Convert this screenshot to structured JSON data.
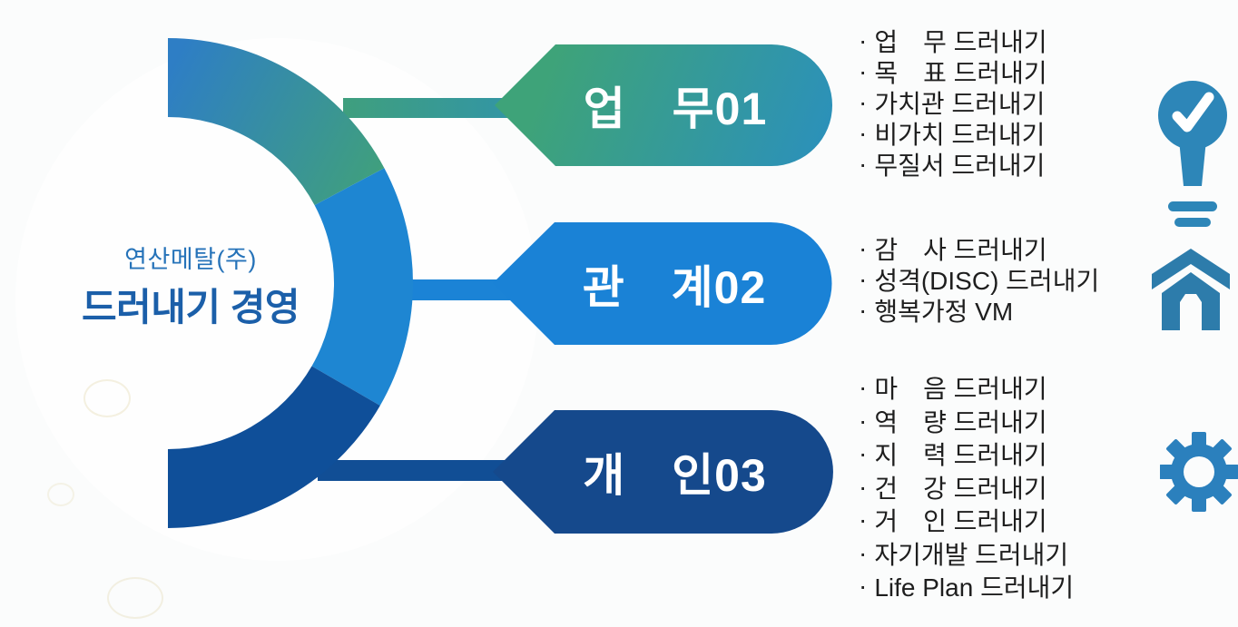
{
  "ui": {
    "bullet": "·"
  },
  "header": {
    "company": "연산메탈(주)",
    "title": "드러내기 경영"
  },
  "sections": [
    {
      "number": "01",
      "label": "업　무01",
      "icon": "lightbulb-check-icon",
      "items": [
        "업　무 드러내기",
        "목　표 드러내기",
        "가치관 드러내기",
        "비가치 드러내기",
        "무질서 드러내기"
      ]
    },
    {
      "number": "02",
      "label": "관　계02",
      "icon": "house-icon",
      "items": [
        "감　사 드러내기",
        "성격(DISC) 드러내기",
        "행복가정 VM"
      ]
    },
    {
      "number": "03",
      "label": "개　인03",
      "icon": "gear-icon",
      "items": [
        "마　음 드러내기",
        "역　량 드러내기",
        "지　력 드러내기",
        "건　강 드러내기",
        "거　인 드러내기",
        "자기개발 드러내기",
        "Life Plan 드러내기"
      ]
    }
  ],
  "colors": {
    "page_bg": "#fbfcfc",
    "arc_seg1_start": "#2e7ec5",
    "arc_seg1_end": "#40a07c",
    "arc_seg2": "#1e86d2",
    "arc_seg3": "#0f4f99",
    "connector1_start": "#3f9f7e",
    "connector1_end": "#3295a6",
    "connector2": "#1b83d6",
    "connector3": "#114e95",
    "pill1_start": "#3ea379",
    "pill1_end": "#2b90bc",
    "pill2": "#1a82d6",
    "pill3": "#15498c",
    "pill_text": "#ffffff",
    "title_company": "#2673b9",
    "title_main": "#1b5fa9",
    "list_text": "#1e1e1e",
    "lightbulb_icon": "#2d86b8",
    "house_icon": "#2d7cab",
    "gear_icon": "#2b80bd"
  }
}
